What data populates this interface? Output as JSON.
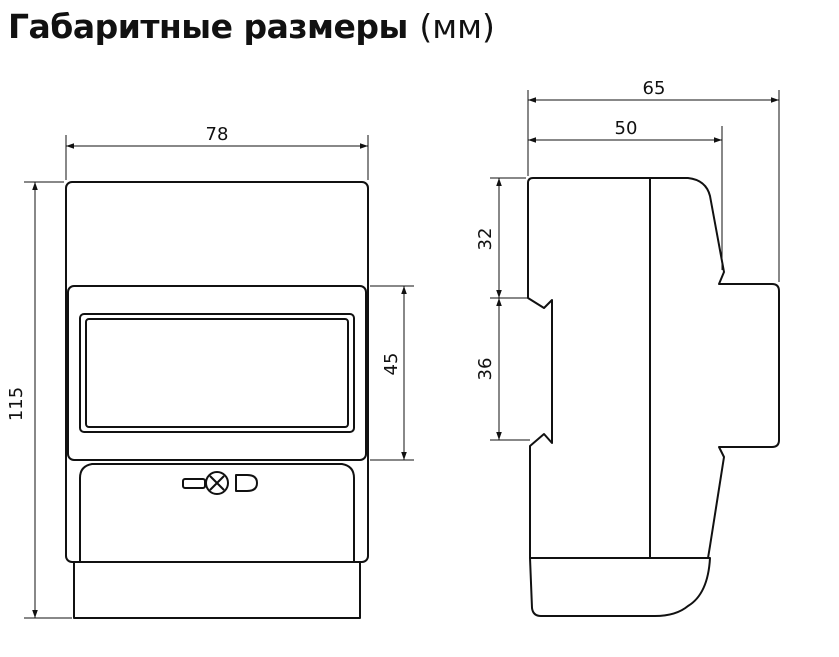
{
  "title": {
    "main": "Габаритные размеры",
    "unit": "(мм)"
  },
  "front_view": {
    "width": "78",
    "height": "115",
    "window_height": "45"
  },
  "side_view": {
    "depth_total": "65",
    "depth_body": "50",
    "upper_section": "32",
    "rail_section": "36"
  },
  "colors": {
    "line": "#111111",
    "background": "#ffffff"
  }
}
